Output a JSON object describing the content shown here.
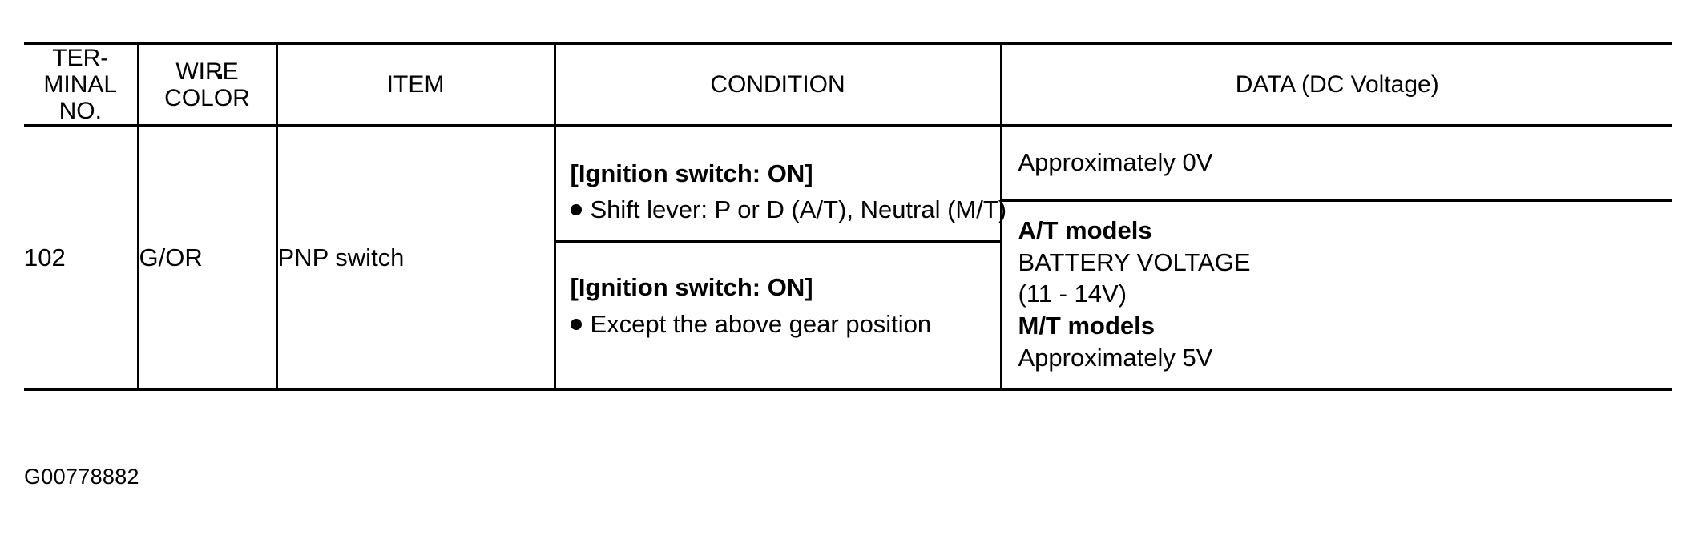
{
  "table": {
    "columns": [
      {
        "id": "terminal-no",
        "lines": [
          "TER-",
          "MINAL",
          "NO."
        ]
      },
      {
        "id": "wire-color",
        "lines": [
          "WIRE",
          "COLOR"
        ]
      },
      {
        "id": "item",
        "lines": [
          "ITEM"
        ]
      },
      {
        "id": "condition",
        "lines": [
          "CONDITION"
        ]
      },
      {
        "id": "data",
        "lines": [
          "DATA (DC Voltage)"
        ]
      }
    ],
    "rows": [
      {
        "terminal_no": "102",
        "wire_color": "G/OR",
        "item": "PNP switch",
        "entries": [
          {
            "condition": {
              "heading": "[Ignition switch: ON]",
              "bullet": "Shift lever: P or D (A/T), Neutral (M/T)"
            },
            "data_lines": [
              {
                "text": "Approximately 0V",
                "bold": false
              }
            ]
          },
          {
            "condition": {
              "heading": "[Ignition switch: ON]",
              "bullet": "Except the above gear position"
            },
            "data_lines": [
              {
                "text": "A/T models",
                "bold": true
              },
              {
                "text": "BATTERY VOLTAGE",
                "bold": false
              },
              {
                "text": "(11 - 14V)",
                "bold": false
              },
              {
                "text": "M/T models",
                "bold": true
              },
              {
                "text": "Approximately 5V",
                "bold": false
              }
            ]
          }
        ]
      }
    ]
  },
  "caption": "G00778882"
}
